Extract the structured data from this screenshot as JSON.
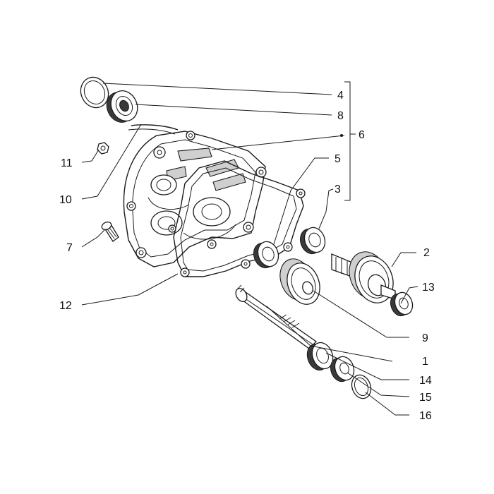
{
  "labels": {
    "p1": "1",
    "p2": "2",
    "p3": "3",
    "p4": "4",
    "p5": "5",
    "p6": "6",
    "p7": "7",
    "p8": "8",
    "p9": "9",
    "p10": "10",
    "p11": "11",
    "p12": "12",
    "p13": "13",
    "p14": "14",
    "p15": "15",
    "p16": "16"
  },
  "colors": {
    "ink": "#1a1a1a",
    "background": "#ffffff"
  }
}
